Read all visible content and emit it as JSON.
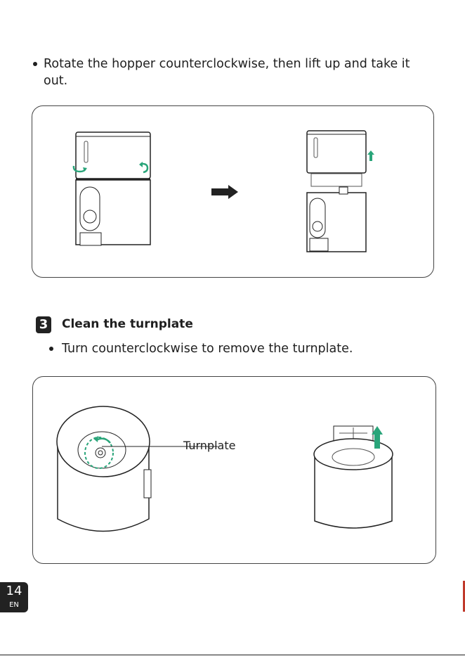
{
  "section_hopper": {
    "instruction": "Rotate the hopper counterclockwise, then lift up and take it out."
  },
  "section_turnplate": {
    "step_number": "3",
    "heading": "Clean the turnplate",
    "instruction": "Turn counterclockwise to remove the turnplate.",
    "callout_label": "Turnplate"
  },
  "footer": {
    "page_number": "14",
    "language": "EN"
  },
  "colors": {
    "accent_green": "#2aa57a",
    "text": "#1f1f1f",
    "footer_bg": "#222222",
    "edge_mark": "#c0392b"
  }
}
